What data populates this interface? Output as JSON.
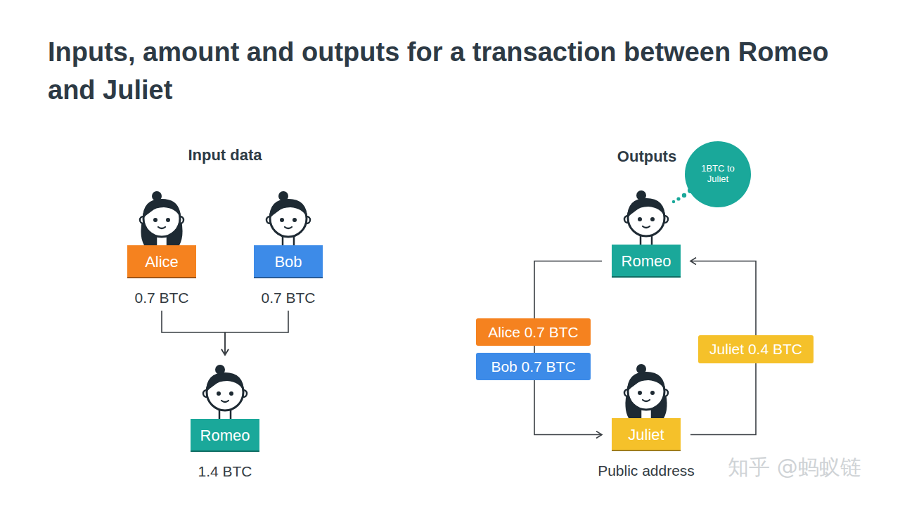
{
  "diagram": {
    "title": "Inputs, amount and outputs for a transaction between Romeo and Juliet",
    "nodes": [
      {
        "text": [
          "Alice",
          "0.7 BTC"
        ]
      },
      {
        "text": [
          "Bob",
          "0.7 BTC"
        ]
      },
      {
        "text": [
          "Romeo",
          "1.4 BTC"
        ]
      },
      {
        "text": [
          "Romeo"
        ]
      },
      {
        "text": [
          "1BTC to Juliet"
        ]
      },
      {
        "text": [
          "Alice 0.7 BTC"
        ]
      },
      {
        "text": [
          "Bob 0.7 BTC"
        ]
      },
      {
        "text": [
          "Juliet 0.4 BTC"
        ]
      },
      {
        "text": [
          "Juliet",
          "Public address"
        ]
      }
    ],
    "edges": [
      {
        "from": 0,
        "to": 2,
        "arrow": "to"
      },
      {
        "from": 1,
        "to": 2,
        "arrow": "to"
      },
      {
        "from": 3,
        "to": 8,
        "arrow": "to"
      },
      {
        "from": 8,
        "to": 3,
        "arrow": "to"
      }
    ],
    "labels": [
      "Input data",
      "Outputs",
      "知乎 @蚂蚁链"
    ]
  }
}
